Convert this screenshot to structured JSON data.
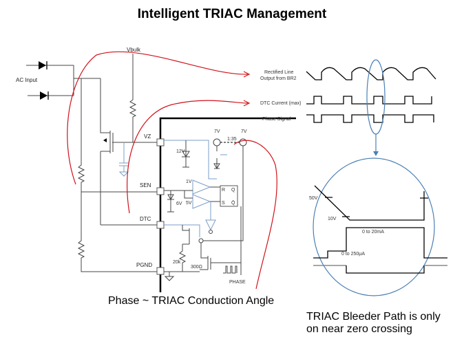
{
  "title": "Intelligent TRIAC Management",
  "schematic": {
    "ac_input": "AC Input",
    "vbulk": "Vbulk",
    "pins": [
      "VZ",
      "SEN",
      "DTC",
      "PGND"
    ],
    "zener_12v": "12V",
    "zener_6v": "6V",
    "comp_ref_1v": "1V",
    "comp_ref_5v": "5V",
    "source_left": "7V",
    "source_right": "7V",
    "mirror_ratio": "1:35",
    "latch_r": "R",
    "latch_s": "S",
    "latch_q": "Q",
    "latch_qbar": "Q̄",
    "res_20k": "20k",
    "res_300": "300Ω",
    "phase_out": "PHASE"
  },
  "waveforms": {
    "rectified_line": [
      "Rectified Line",
      "Output from BR2"
    ],
    "dtc_current": "DTC Current (max)",
    "phase_signal": "Phase Signal"
  },
  "detail": {
    "v50": "50V",
    "v10": "10V",
    "i20ma": "0 to 20mA",
    "i250ua": "0 to 250µA"
  },
  "captions": {
    "left": "Phase ~ TRIAC Conduction Angle",
    "right": [
      "TRIAC Bleeder Path is only",
      "on near zero crossing"
    ]
  },
  "colors": {
    "annotation_red": "#d0121b",
    "ellipse_blue": "#4a7fb5",
    "internal_wire_blue": "#7a9cc8"
  }
}
